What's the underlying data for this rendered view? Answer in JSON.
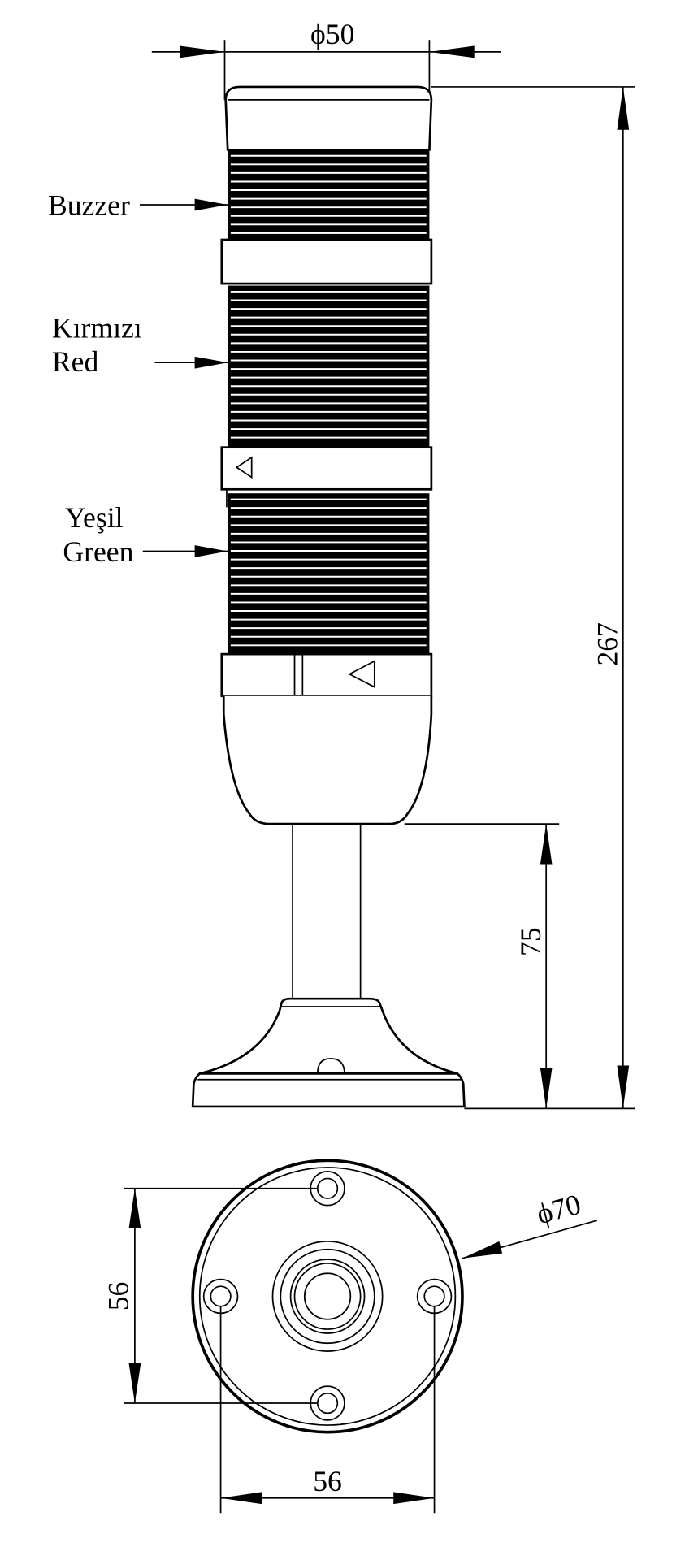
{
  "labels": {
    "buzzer": "Buzzer",
    "red_tr": "Kırmızı",
    "red_en": "Red",
    "green_tr": "Yeşil",
    "green_en": "Green"
  },
  "dimensions": {
    "top_diameter": "ϕ50",
    "total_height": "267",
    "pole_height": "75",
    "base_diameter": "ϕ70",
    "hole_spacing_vertical": "56",
    "hole_spacing_horizontal": "56"
  },
  "colors": {
    "line": "#000000",
    "background": "#ffffff"
  }
}
